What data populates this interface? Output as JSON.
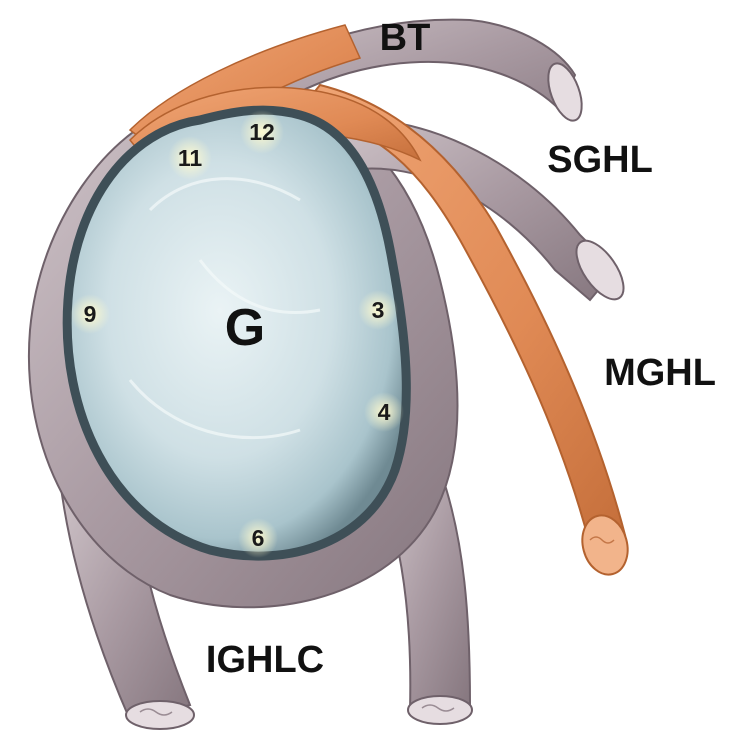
{
  "labels": {
    "biceps_tendon": "BT",
    "sghl": "SGHL",
    "mghl": "MGHL",
    "ighlc": "IGHLC",
    "glenoid": "G"
  },
  "clock_positions": [
    "12",
    "11",
    "9",
    "3",
    "4",
    "6"
  ],
  "colors": {
    "labrum": "#b3a7ae",
    "labrum_shadow": "#7f7079",
    "ligament_orange": "#e08a55",
    "glenoid_surface": "#c9dde2",
    "glenoid_rim": "#4a5c64",
    "clock_glow": "#fffbd0"
  }
}
